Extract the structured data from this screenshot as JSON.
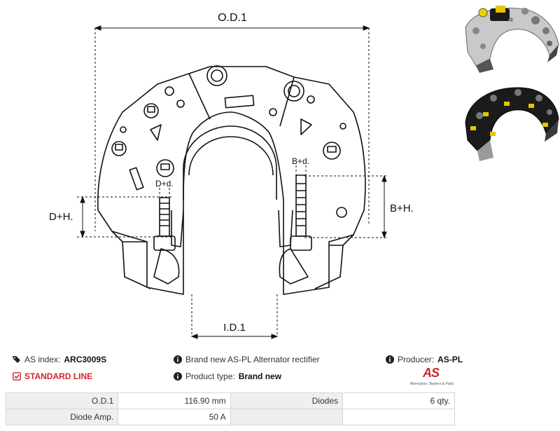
{
  "drawing": {
    "od_label": "O.D.1",
    "id_label": "I.D.1",
    "dh_label": "D+H.",
    "bh_label": "B+H.",
    "dd_label": "D+d.",
    "bd_label": "B+d."
  },
  "info": {
    "as_index_label": "AS index:",
    "as_index_value": "ARC3009S",
    "line_label": "STANDARD LINE",
    "desc": "Brand new AS-PL Alternator rectifier",
    "product_type_label": "Product type:",
    "product_type_value": "Brand new",
    "producer_label": "Producer:",
    "producer_value": "AS-PL"
  },
  "logo": {
    "mark": "AS",
    "tagline": "Alternators, Starters & Parts"
  },
  "specs": {
    "rows": [
      {
        "l1": "O.D.1",
        "v1": "116.90 mm",
        "l2": "Diodes",
        "v2": "6 qty."
      },
      {
        "l1": "Diode Amp.",
        "v1": "50 A",
        "l2": "",
        "v2": ""
      }
    ]
  },
  "colors": {
    "accent": "#d0262b",
    "table_label_bg": "#efefef",
    "table_border": "#d6d6d6"
  },
  "icons": [
    "tags-icon",
    "check-square-icon",
    "info-circle-icon"
  ]
}
